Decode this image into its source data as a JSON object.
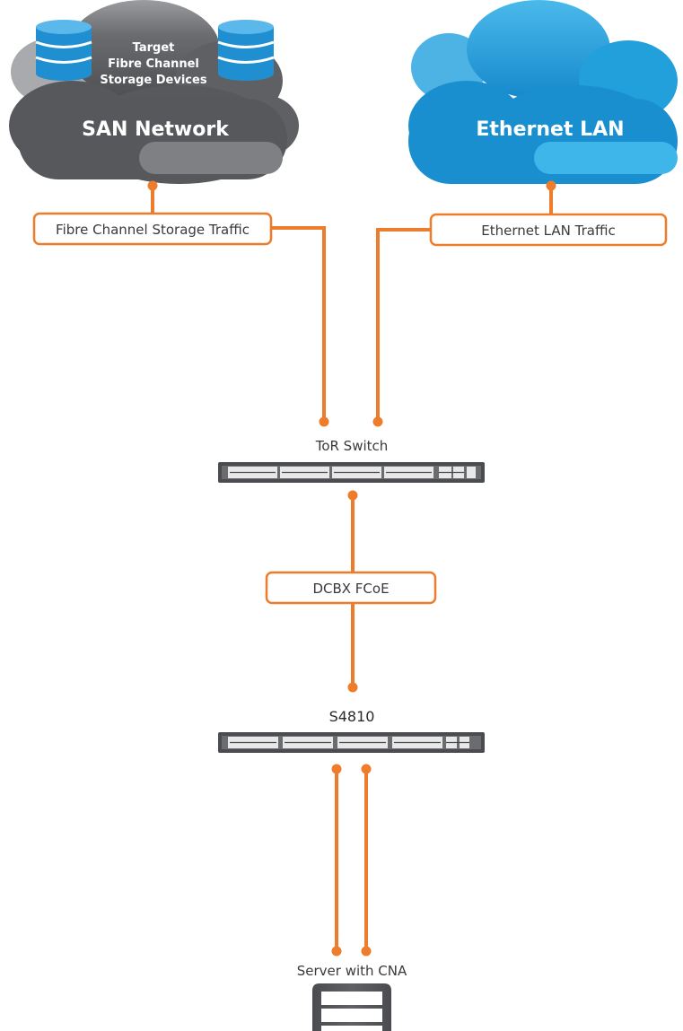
{
  "san_cloud": {
    "title": "SAN Network",
    "caption_lines": [
      "Target",
      "Fibre Channel",
      "Storage Devices"
    ]
  },
  "lan_cloud": {
    "title": "Ethernet LAN"
  },
  "labels": {
    "fc_traffic": "Fibre Channel Storage Traffic",
    "eth_traffic": "Ethernet LAN Traffic",
    "dcbx": "DCBX FCoE"
  },
  "nodes": {
    "tor_switch": "ToR Switch",
    "s4810": "S4810",
    "server": "Server with CNA"
  },
  "colors": {
    "link": "#ee7d2b",
    "san_cloud": "#5b5d60",
    "lan_cloud": "#1b9ad6",
    "storage_db": "#1f8fd1",
    "switch": "#4a4c4f",
    "server": "#55575a"
  }
}
